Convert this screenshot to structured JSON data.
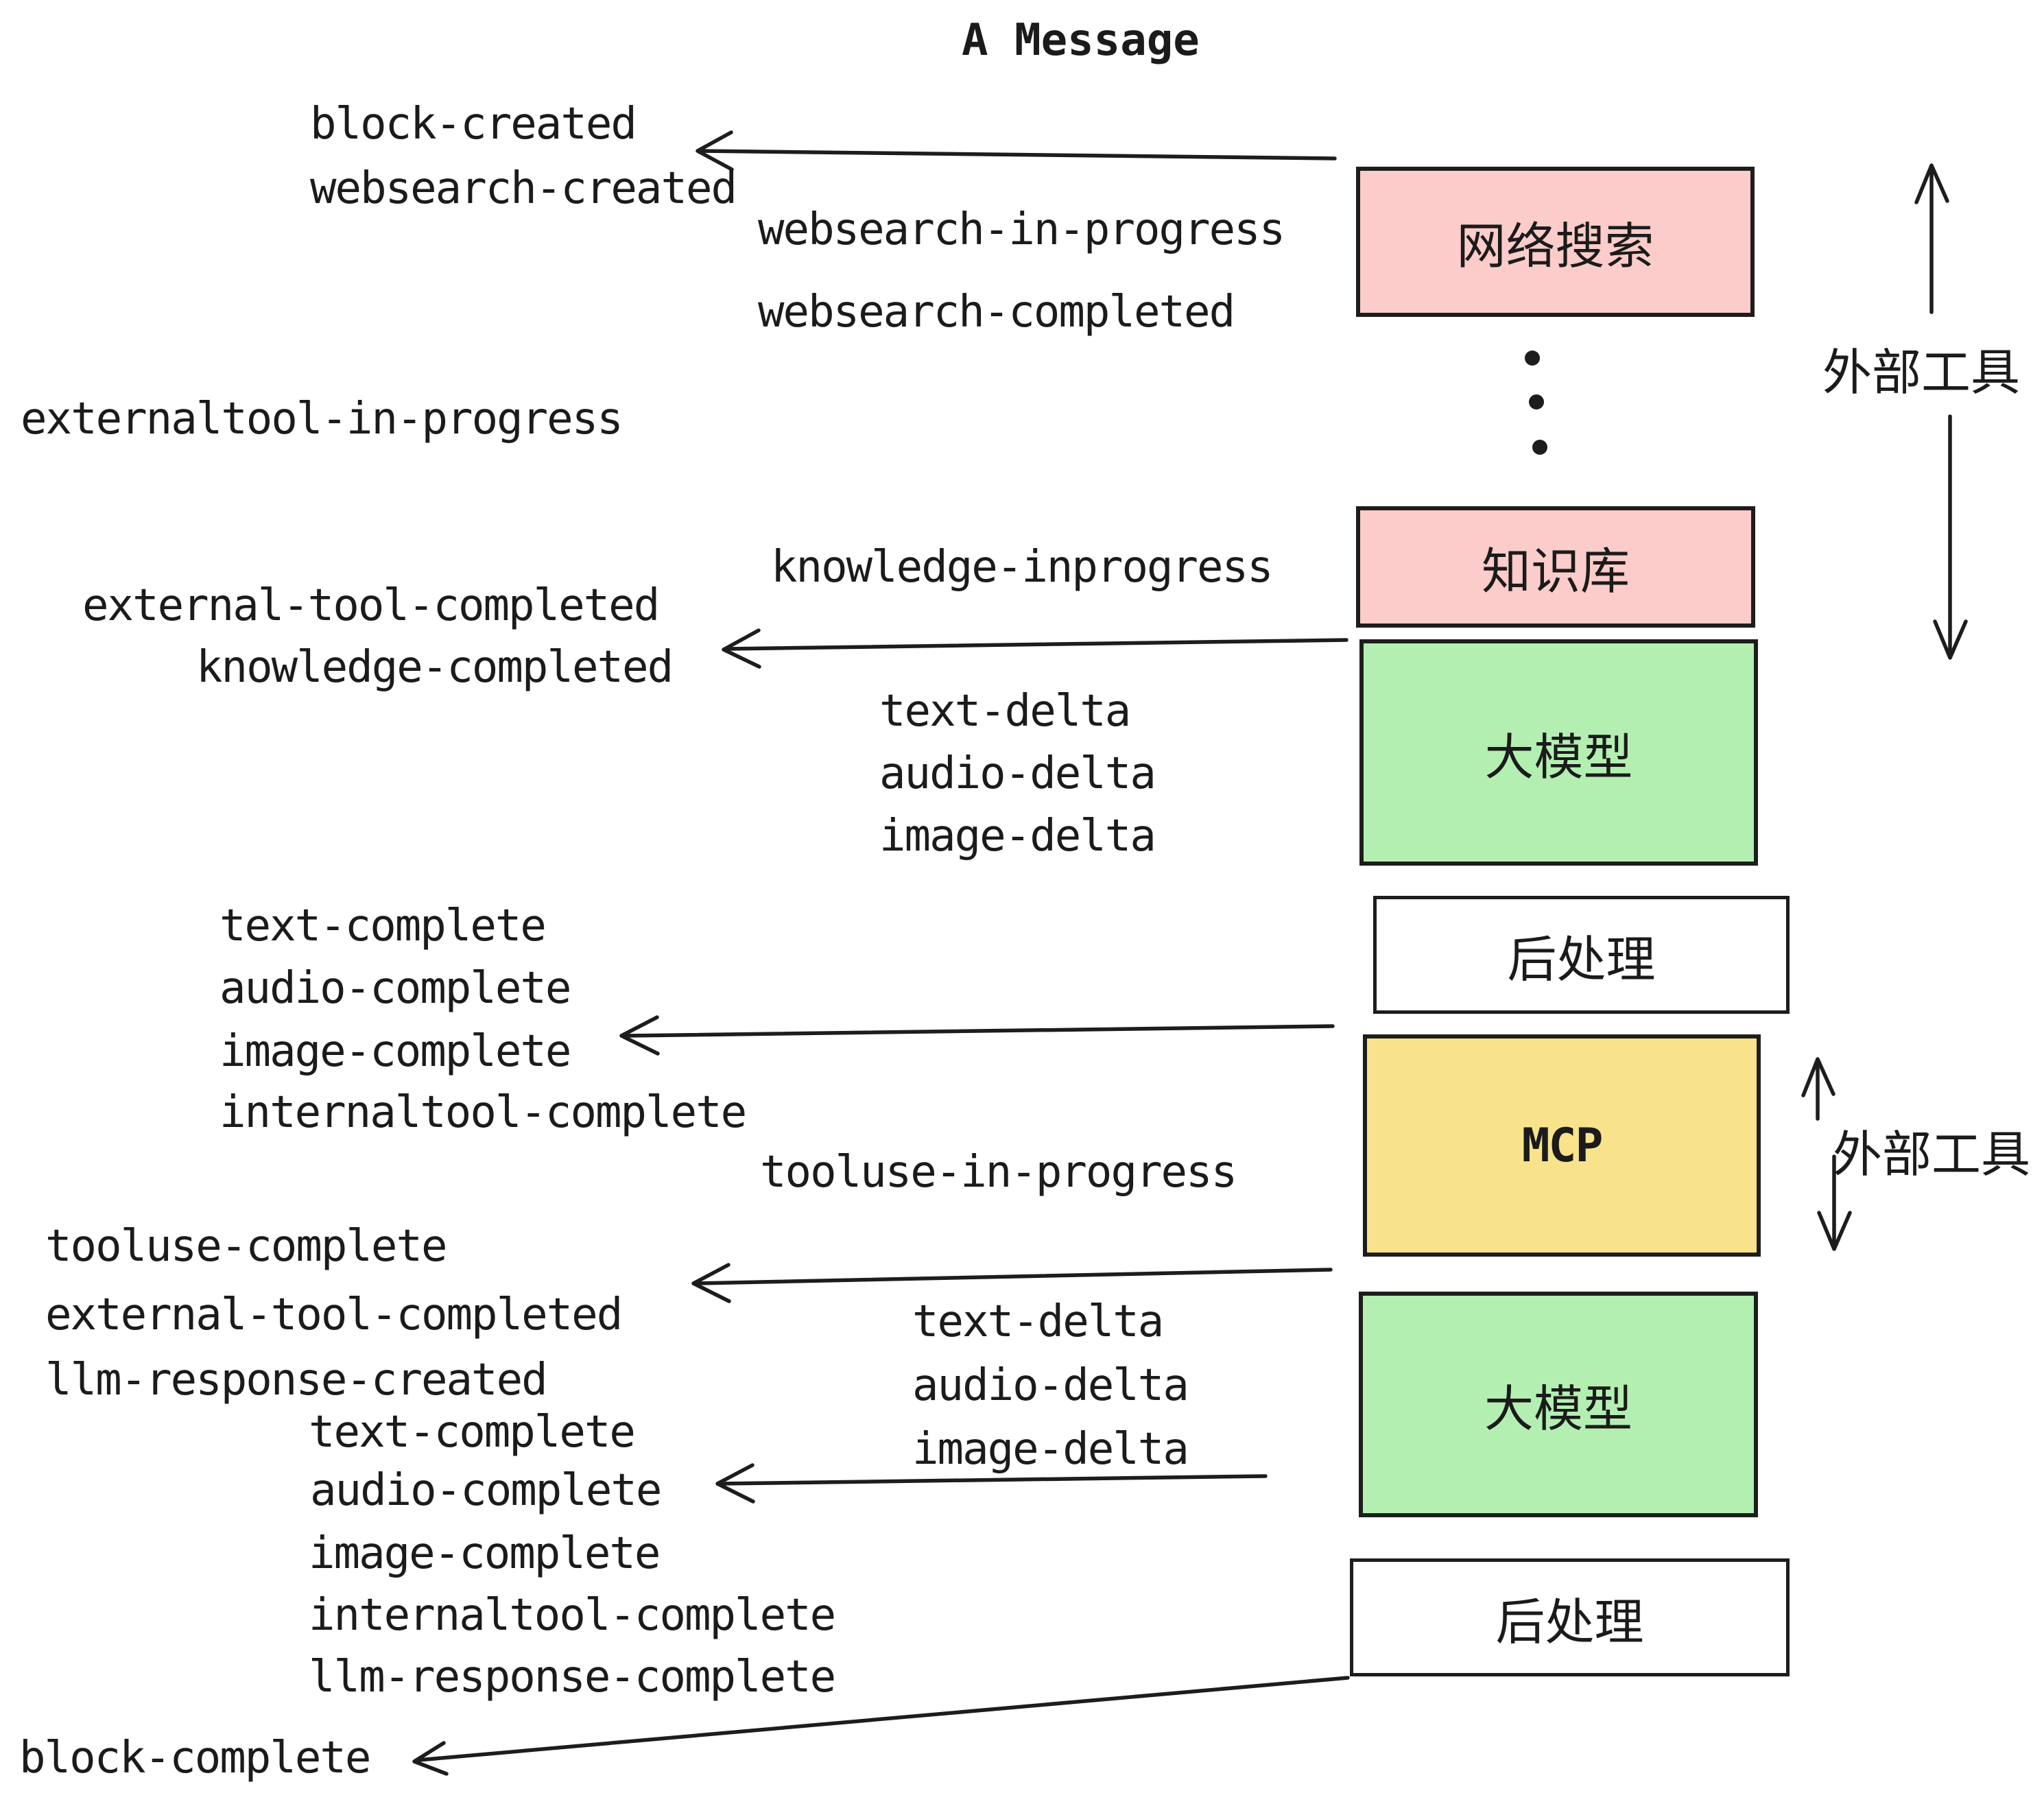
{
  "title": "A Message",
  "colors": {
    "ink": "#1b1b1b",
    "websearch_box": "#FBCCCA",
    "knowledge_box": "#FBCCCA",
    "llm_box": "#B4EFB2",
    "mcp_box": "#F8E38C",
    "post_box": "#FFFFFF"
  },
  "boxes": {
    "websearch": {
      "label": "网络搜索"
    },
    "knowledge": {
      "label": "知识库"
    },
    "llm1": {
      "label": "大模型"
    },
    "post1": {
      "label": "后处理"
    },
    "mcp": {
      "label": "MCP"
    },
    "llm2": {
      "label": "大模型"
    },
    "post2": {
      "label": "后处理"
    }
  },
  "side_labels": {
    "external_tools_top": "外部工具",
    "external_tools_bottom": "外部工具"
  },
  "events": {
    "block_created": "block-created",
    "websearch_created": "websearch-created",
    "websearch_in_progress": "websearch-in-progress",
    "websearch_completed": "websearch-completed",
    "externaltool_in_progress": "externaltool-in-progress",
    "knowledge_inprogress": "knowledge-inprogress",
    "external_tool_completed_1": "external-tool-completed",
    "knowledge_completed": "knowledge-completed",
    "text_delta_1": "text-delta",
    "audio_delta_1": "audio-delta",
    "image_delta_1": "image-delta",
    "text_complete_1": "text-complete",
    "audio_complete_1": "audio-complete",
    "image_complete_1": "image-complete",
    "internaltool_complete_1": "internaltool-complete",
    "tooluse_in_progress": "tooluse-in-progress",
    "tooluse_complete": "tooluse-complete",
    "external_tool_completed_2": "external-tool-completed",
    "llm_response_created": "llm-response-created",
    "text_complete_2": "text-complete",
    "audio_complete_2": "audio-complete",
    "image_complete_2": "image-complete",
    "internaltool_complete_2": "internaltool-complete",
    "llm_response_complete": "llm-response-complete",
    "block_complete": "block-complete"
  }
}
